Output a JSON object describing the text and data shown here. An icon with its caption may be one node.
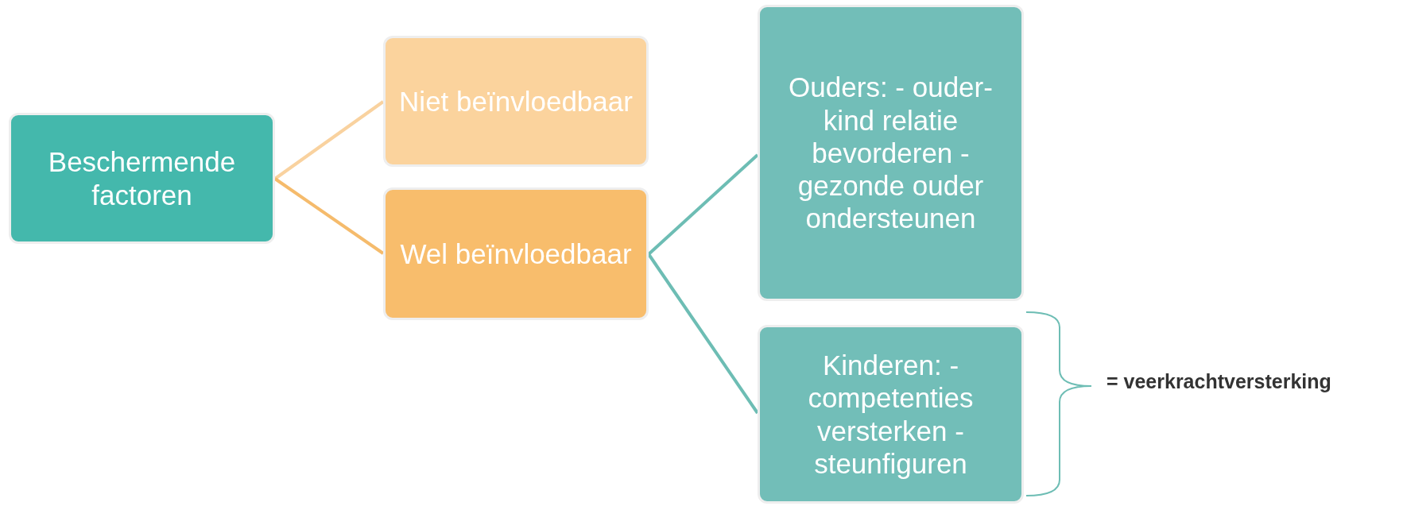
{
  "diagram": {
    "nodes": [
      {
        "text": [
          "Beschermende factoren"
        ]
      },
      {
        "text": [
          "Niet beïnvloedbaar"
        ]
      },
      {
        "text": [
          "Wel beïnvloedbaar"
        ]
      },
      {
        "text": [
          "Ouders: - ouder-kind relatie bevorderen - gezonde ouder ondersteunen"
        ]
      },
      {
        "text": [
          "Kinderen: - competenties versterken - steunfiguren"
        ]
      }
    ],
    "edges": [
      {
        "from": 0,
        "to": 1,
        "arrow": "none",
        "color": "#f9d29f"
      },
      {
        "from": 0,
        "to": 2,
        "arrow": "none",
        "color": "#f5bb6c"
      },
      {
        "from": 2,
        "to": 3,
        "arrow": "none",
        "color": "#6dbdb4"
      },
      {
        "from": 2,
        "to": 4,
        "arrow": "none",
        "color": "#6dbdb4"
      }
    ],
    "labels": [
      "= veerkrachtversterking"
    ]
  }
}
